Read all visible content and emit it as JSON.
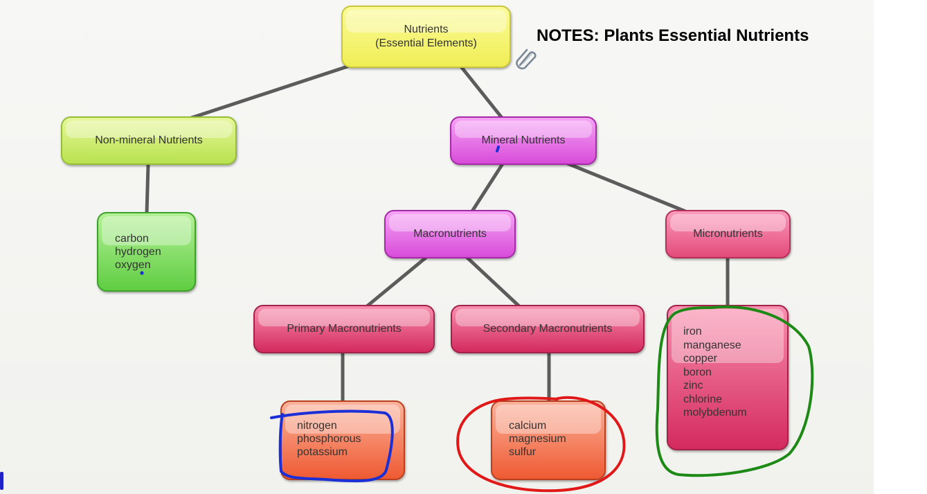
{
  "notes_title": "NOTES:  Plants Essential Nutrients",
  "nodes": {
    "root": {
      "line1": "Nutrients",
      "line2": "(Essential Elements)"
    },
    "non_mineral": {
      "label": "Non-mineral Nutrients"
    },
    "non_mineral_list": {
      "items": [
        "carbon",
        "hydrogen",
        "oxygen"
      ]
    },
    "mineral": {
      "label": "Mineral Nutrients"
    },
    "macronutrients": {
      "label": "Macronutrients"
    },
    "micronutrients": {
      "label": "Micronutrients"
    },
    "primary_macro": {
      "label": "Primary Macronutrients"
    },
    "secondary_macro": {
      "label": "Secondary Macronutrients"
    },
    "primary_list": {
      "items": [
        "nitrogen",
        "phosphorous",
        "potassium"
      ]
    },
    "secondary_list": {
      "items": [
        "calcium",
        "magnesium",
        "sulfur"
      ]
    },
    "micro_list": {
      "items": [
        "iron",
        "manganese",
        "copper",
        "boron",
        "zinc",
        "chlorine",
        "molybdenum"
      ]
    }
  },
  "icons": {
    "attachment": "paperclip-icon"
  },
  "colors": {
    "root": "#f0ee55",
    "non_mineral": "#b9e24f",
    "non_mineral_list": "#5fcd42",
    "mineral_branch": "#d84cd9",
    "sub_branch": "#e34b7a",
    "leaf_lists": "#ee5a32",
    "connector": "#5c5c5c",
    "annotation_blue": "#1a2fd6",
    "annotation_red": "#e01818",
    "annotation_green": "#1d8a16"
  }
}
